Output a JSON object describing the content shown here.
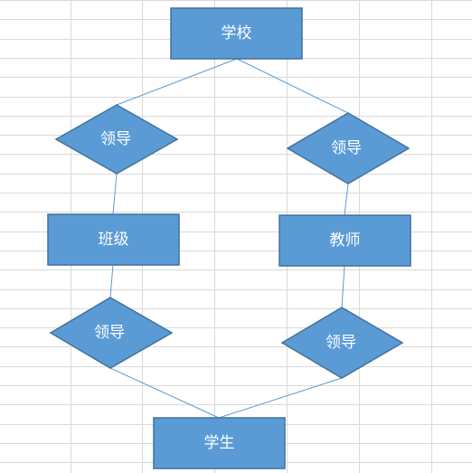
{
  "diagram": {
    "entities": {
      "school": "学校",
      "class": "班级",
      "teacher": "教师",
      "student": "学生"
    },
    "relationships": {
      "school_class": "领导",
      "school_teacher": "领导",
      "class_student": "领导",
      "teacher_student": "领导"
    }
  },
  "colors": {
    "fill": "#5b9bd5",
    "stroke": "#41719c",
    "edge": "#5b9bd5",
    "grid": "#d9d9d9"
  }
}
